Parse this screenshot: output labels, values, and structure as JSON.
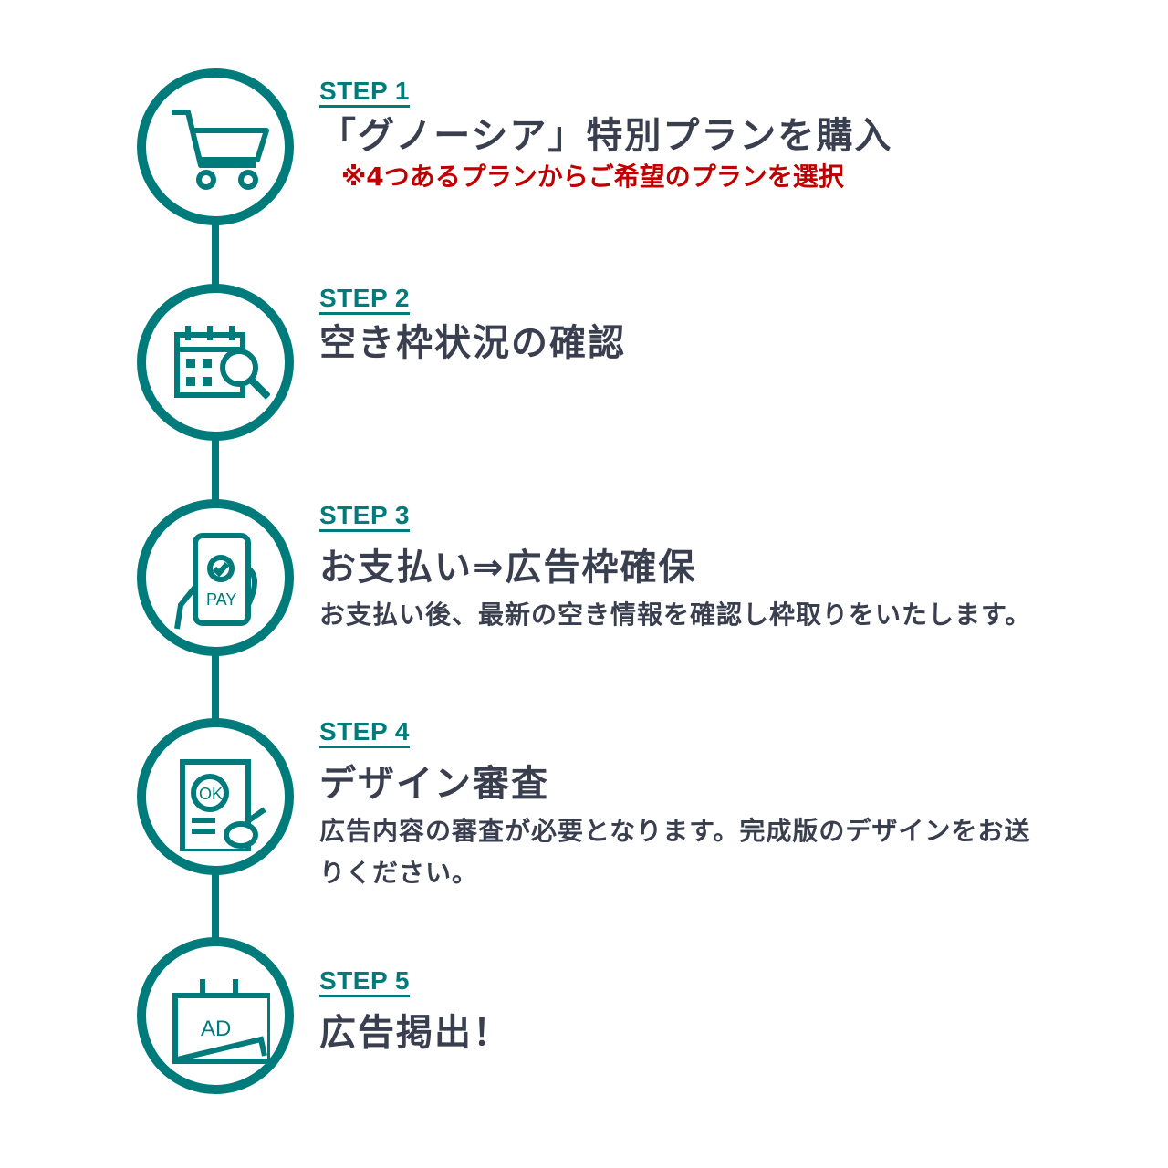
{
  "colors": {
    "accent": "#007b7b",
    "text": "#3a3f50",
    "note": "#c00000"
  },
  "steps": [
    {
      "label": "STEP 1",
      "title": "「グノーシア」特別プランを購入",
      "note": "※4つあるプランからご希望のプランを選択",
      "icon": "shopping-cart-icon"
    },
    {
      "label": "STEP 2",
      "title": "空き枠状況の確認",
      "icon": "calendar-search-icon"
    },
    {
      "label": "STEP 3",
      "title": "お支払い⇒広告枠確保",
      "desc": "お支払い後、最新の空き情報を確認し枠取りをいたします。",
      "icon": "phone-pay-icon",
      "icon_text": "PAY"
    },
    {
      "label": "STEP 4",
      "title": "デザイン審査",
      "desc": "広告内容の審査が必要となります。完成版のデザインをお送りください。",
      "icon": "approval-stamp-icon",
      "icon_text": "OK"
    },
    {
      "label": "STEP 5",
      "title": "広告掲出！",
      "icon": "ad-board-icon",
      "icon_text": "AD"
    }
  ]
}
